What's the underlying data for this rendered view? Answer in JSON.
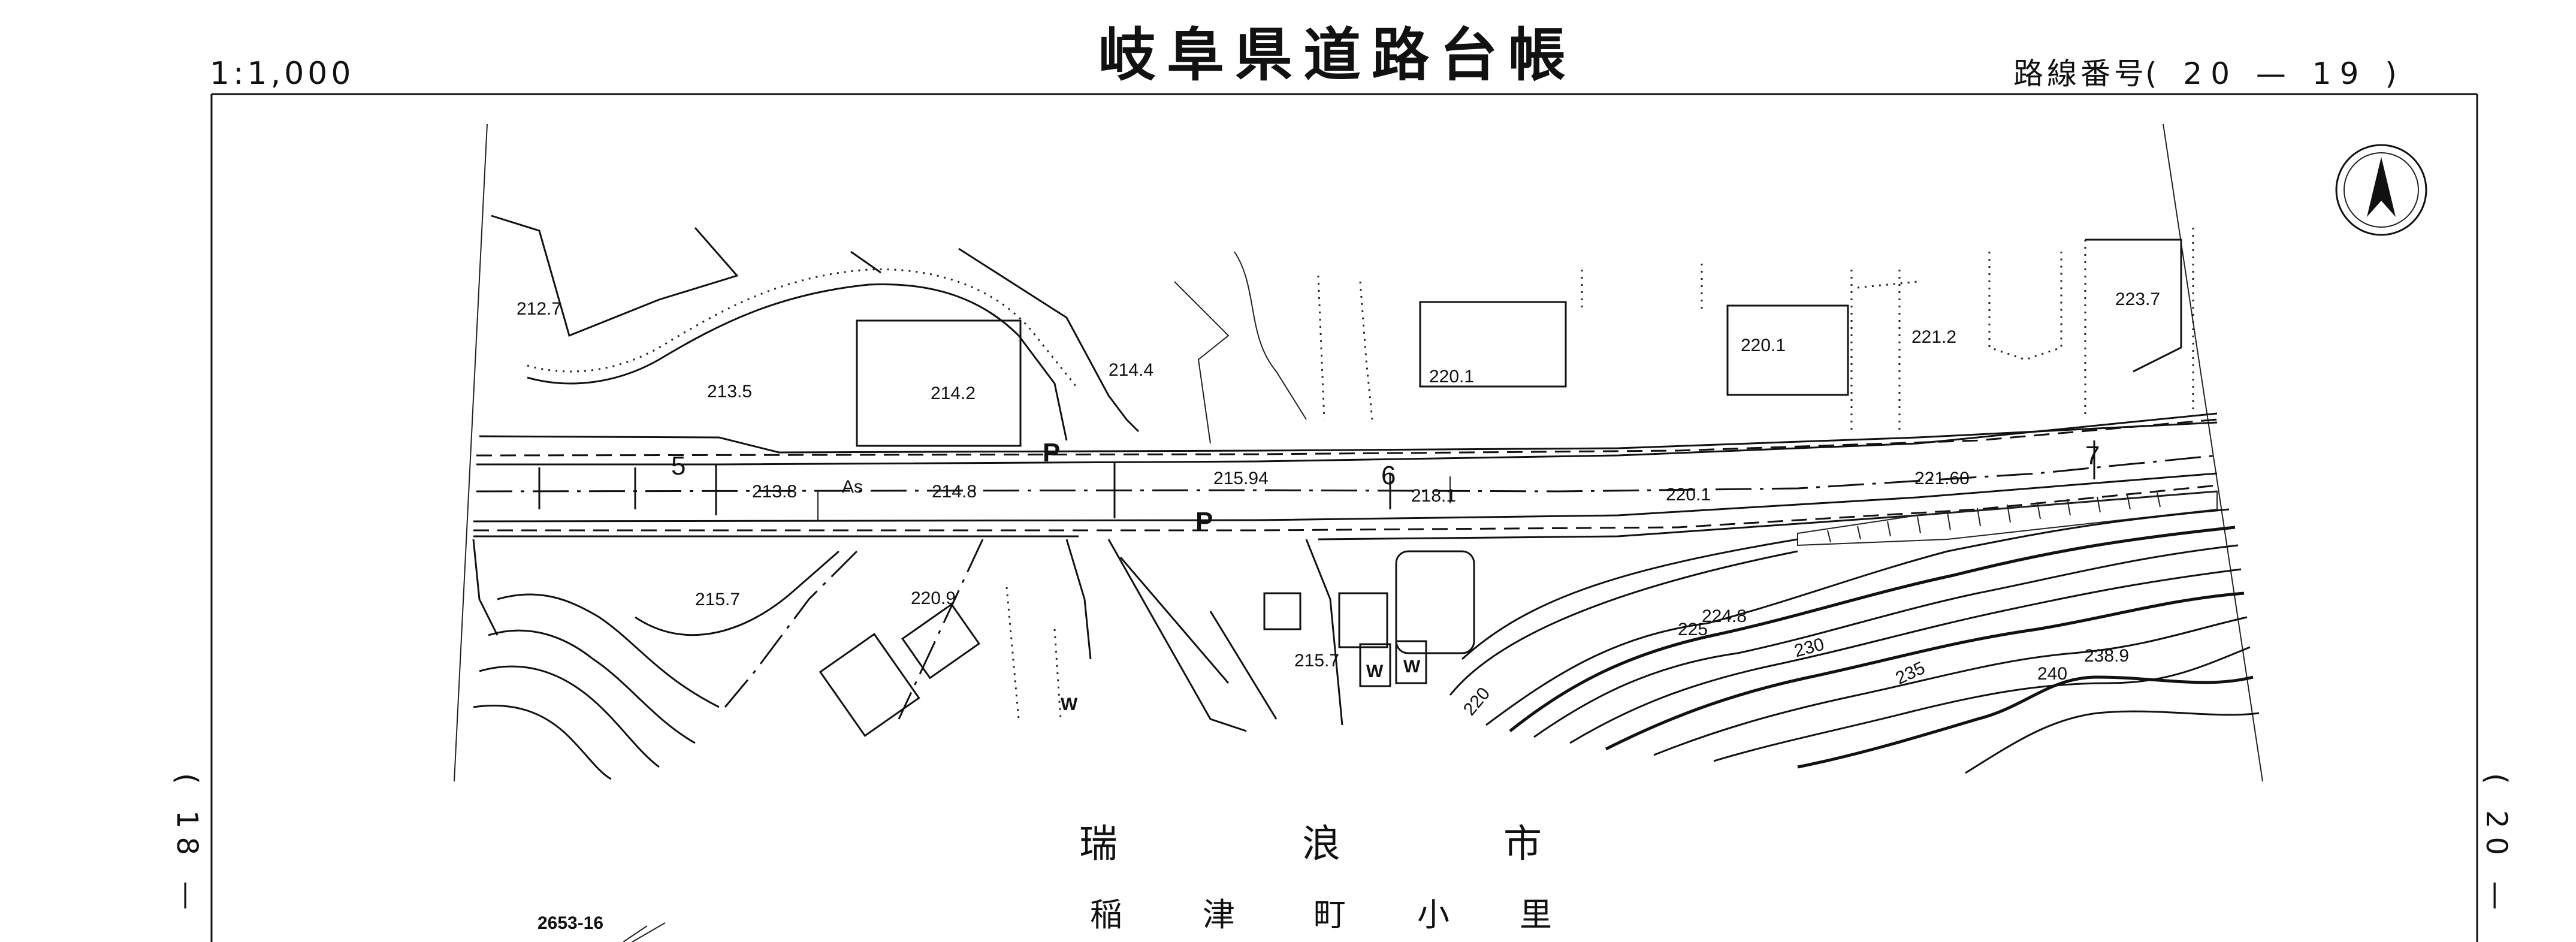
{
  "header": {
    "scale": "1:1,000",
    "title": "岐阜県道路台帳",
    "route_label": "路線番号",
    "route_number": "( 20 — 19 )"
  },
  "sheet_neighbors": {
    "left": "( 18 —",
    "right": "( 20 —"
  },
  "map": {
    "station_numbers": [
      "5",
      "6",
      "7"
    ],
    "road_elevations": [
      "213.8",
      "214.8",
      "215.94",
      "218.1",
      "220.1",
      "221.60"
    ],
    "pavement": "As",
    "spot_elevations": [
      "212.7",
      "213.5",
      "214.2",
      "214.4",
      "220.1",
      "220.1",
      "221.2",
      "223.7",
      "215.7",
      "220.9",
      "215.7",
      "224.8",
      "238.9"
    ],
    "contour_labels": [
      "225",
      "230",
      "235",
      "240",
      "220"
    ],
    "symbols": [
      "P",
      "P",
      "W",
      "W",
      "W"
    ],
    "north_arrow": "north-arrow-icon"
  },
  "location": {
    "city": [
      "瑞",
      "浪",
      "市"
    ],
    "town": [
      "稲",
      "津",
      "町",
      "小",
      "里"
    ],
    "parcel": "2653-16"
  }
}
